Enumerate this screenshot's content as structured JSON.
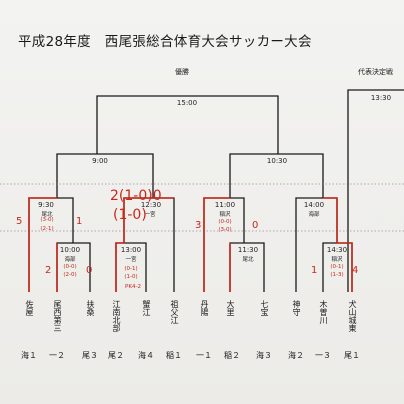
{
  "title": "平成28年度　西尾張総合体育大会サッカー大会",
  "labels": {
    "final": "優勝",
    "rep_decision": "代表決定戦"
  },
  "times": {
    "final": "15:00",
    "rep": "13:30",
    "sf_left": "9:00",
    "sf_right": "10:30",
    "r1_a": "9:30",
    "r1_b": "12:30",
    "r1_c": "11:00",
    "r1_d": "14:00",
    "r2_a": "10:00",
    "r2_b": "13:00",
    "r2_c": "11:30",
    "r2_d": "14:30"
  },
  "venues": {
    "r1_a": "尾北",
    "r1_b": "一宮",
    "r1_c": "稲沢",
    "r1_d": "海部",
    "r2_a": "海部",
    "r2_b": "一宮",
    "r2_c": "尾北",
    "r2_d": "稲沢"
  },
  "teams": [
    {
      "name": "佐屋",
      "tag": "海１"
    },
    {
      "name": "尾西第三",
      "tag": "一２"
    },
    {
      "name": "扶桑",
      "tag": "尾３"
    },
    {
      "name": "江南北部",
      "tag": "尾２"
    },
    {
      "name": "蟹江",
      "tag": "海４"
    },
    {
      "name": "祖父江",
      "tag": "稲１"
    },
    {
      "name": "丹陽",
      "tag": "一１"
    },
    {
      "name": "大里",
      "tag": "稲２"
    },
    {
      "name": "七宝",
      "tag": "海３"
    },
    {
      "name": "神守",
      "tag": "海２"
    },
    {
      "name": "木曽川",
      "tag": "一３"
    },
    {
      "name": "犬山城東",
      "tag": "尾１"
    }
  ],
  "scores": {
    "big_line1": "2(1-0)0",
    "big_line2": "(1-0)",
    "r1a_left": "5",
    "r1a_right": "1",
    "r1a_half1": "(3-0)",
    "r1a_half2": "(2-1)",
    "r2a_left": "2",
    "r2a_right": "0",
    "r2a_half1": "(0-0)",
    "r2a_half2": "(2-0)",
    "r2b_half1": "(0-1)",
    "r2b_half2": "(1-0)",
    "r2b_pk": "PK4-2",
    "r1c_left": "3",
    "r1c_right": "0",
    "r1c_half1": "(0-0)",
    "r1c_half2": "(3-0)",
    "r2d_left": "1",
    "r2d_right": "4",
    "r2d_half1": "(0-1)",
    "r2d_half2": "(1-3)"
  },
  "colors": {
    "ink": "#1a1a1a",
    "red_pen": "#c8281c",
    "paper": "#efeeeb"
  }
}
